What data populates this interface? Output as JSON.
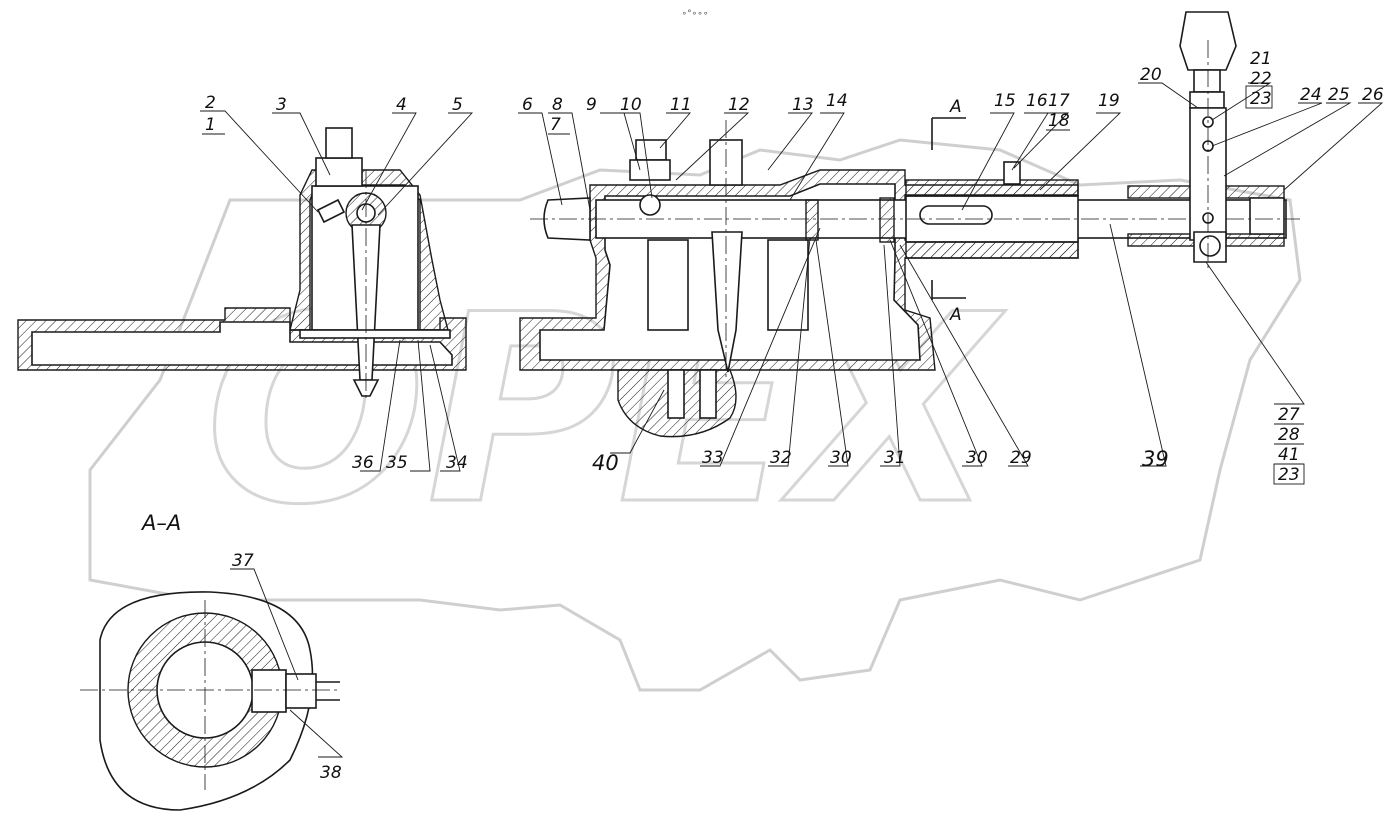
{
  "section_title": "А–А",
  "section_marker": "А",
  "watermark": "OPEX",
  "top_mark": "∘°∘∘∘",
  "colors": {
    "line": "#1a1a1a",
    "watermark": "#cfcfcf",
    "background": "#ffffff"
  },
  "callouts": {
    "c1": "1",
    "c2": "2",
    "c3": "3",
    "c4": "4",
    "c5": "5",
    "c6": "6",
    "c7": "7",
    "c8": "8",
    "c9": "9",
    "c10": "10",
    "c11": "11",
    "c12": "12",
    "c13": "13",
    "c14": "14",
    "c15": "15",
    "c16": "16",
    "c17": "17",
    "c18": "18",
    "c19": "19",
    "c20": "20",
    "c21": "21",
    "c22": "22",
    "c23": "23",
    "c24": "24",
    "c25": "25",
    "c26": "26",
    "c27": "27",
    "c28": "28",
    "c29": "29",
    "c30": "30",
    "c31": "31",
    "c32": "32",
    "c33": "33",
    "c34": "34",
    "c35": "35",
    "c36": "36",
    "c37": "37",
    "c38": "38",
    "c39": "39",
    "c40": "40",
    "c41": "41"
  }
}
